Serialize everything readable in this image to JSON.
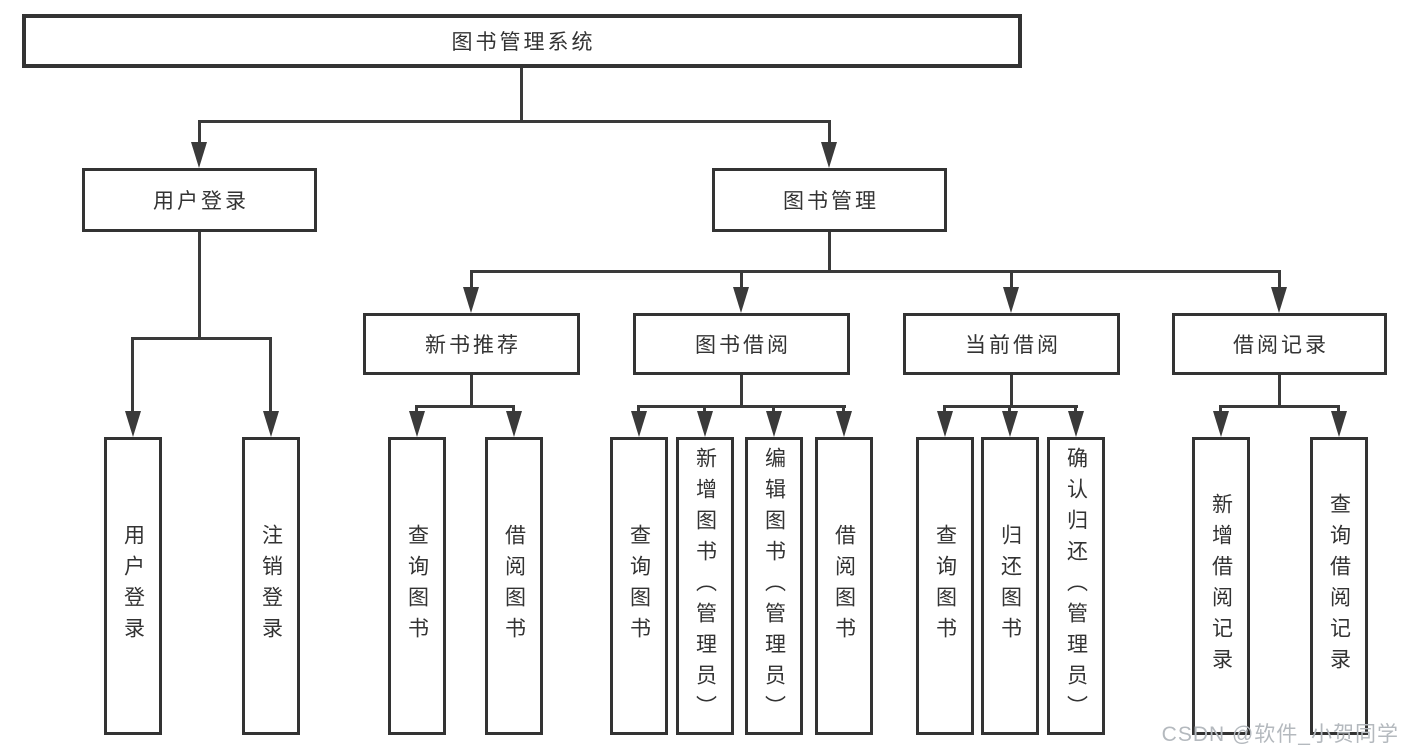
{
  "diagram": {
    "type": "hierarchy-tree",
    "root": {
      "id": "library-management-system",
      "label": "图书管理系统"
    },
    "level2": [
      {
        "id": "user-login",
        "label": "用户登录",
        "parent": "library-management-system"
      },
      {
        "id": "book-management",
        "label": "图书管理",
        "parent": "library-management-system"
      }
    ],
    "level3": [
      {
        "id": "new-book-recommendation",
        "label": "新书推荐",
        "parent": "book-management"
      },
      {
        "id": "book-borrowing",
        "label": "图书借阅",
        "parent": "book-management"
      },
      {
        "id": "current-borrowing",
        "label": "当前借阅",
        "parent": "book-management"
      },
      {
        "id": "borrowing-records",
        "label": "借阅记录",
        "parent": "book-management"
      }
    ],
    "leaves": [
      {
        "id": "leaf-user-login",
        "label": "用户登录",
        "parent": "user-login"
      },
      {
        "id": "leaf-logout",
        "label": "注销登录",
        "parent": "user-login"
      },
      {
        "id": "leaf-query-books-recommend",
        "label": "查询图书",
        "parent": "new-book-recommendation"
      },
      {
        "id": "leaf-borrow-books-recommend",
        "label": "借阅图书",
        "parent": "new-book-recommendation"
      },
      {
        "id": "leaf-query-books-borrowing",
        "label": "查询图书",
        "parent": "book-borrowing"
      },
      {
        "id": "leaf-add-book-admin",
        "label": "新增图书（管理员）",
        "parent": "book-borrowing"
      },
      {
        "id": "leaf-edit-book-admin",
        "label": "编辑图书（管理员）",
        "parent": "book-borrowing"
      },
      {
        "id": "leaf-borrow-books-borrowing",
        "label": "借阅图书",
        "parent": "book-borrowing"
      },
      {
        "id": "leaf-query-books-current",
        "label": "查询图书",
        "parent": "current-borrowing"
      },
      {
        "id": "leaf-return-books",
        "label": "归还图书",
        "parent": "current-borrowing"
      },
      {
        "id": "leaf-confirm-return-admin",
        "label": "确认归还（管理员）",
        "parent": "current-borrowing"
      },
      {
        "id": "leaf-add-borrow-record",
        "label": "新增借阅记录",
        "parent": "borrowing-records"
      },
      {
        "id": "leaf-query-borrow-record",
        "label": "查询借阅记录",
        "parent": "borrowing-records"
      }
    ],
    "colors": {
      "line": "#3a3a3a",
      "border": "#333333",
      "text": "#333333",
      "background": "#ffffff"
    }
  },
  "watermark": {
    "text": "CSDN @软件_小贺同学",
    "color": "#b4b9be"
  }
}
